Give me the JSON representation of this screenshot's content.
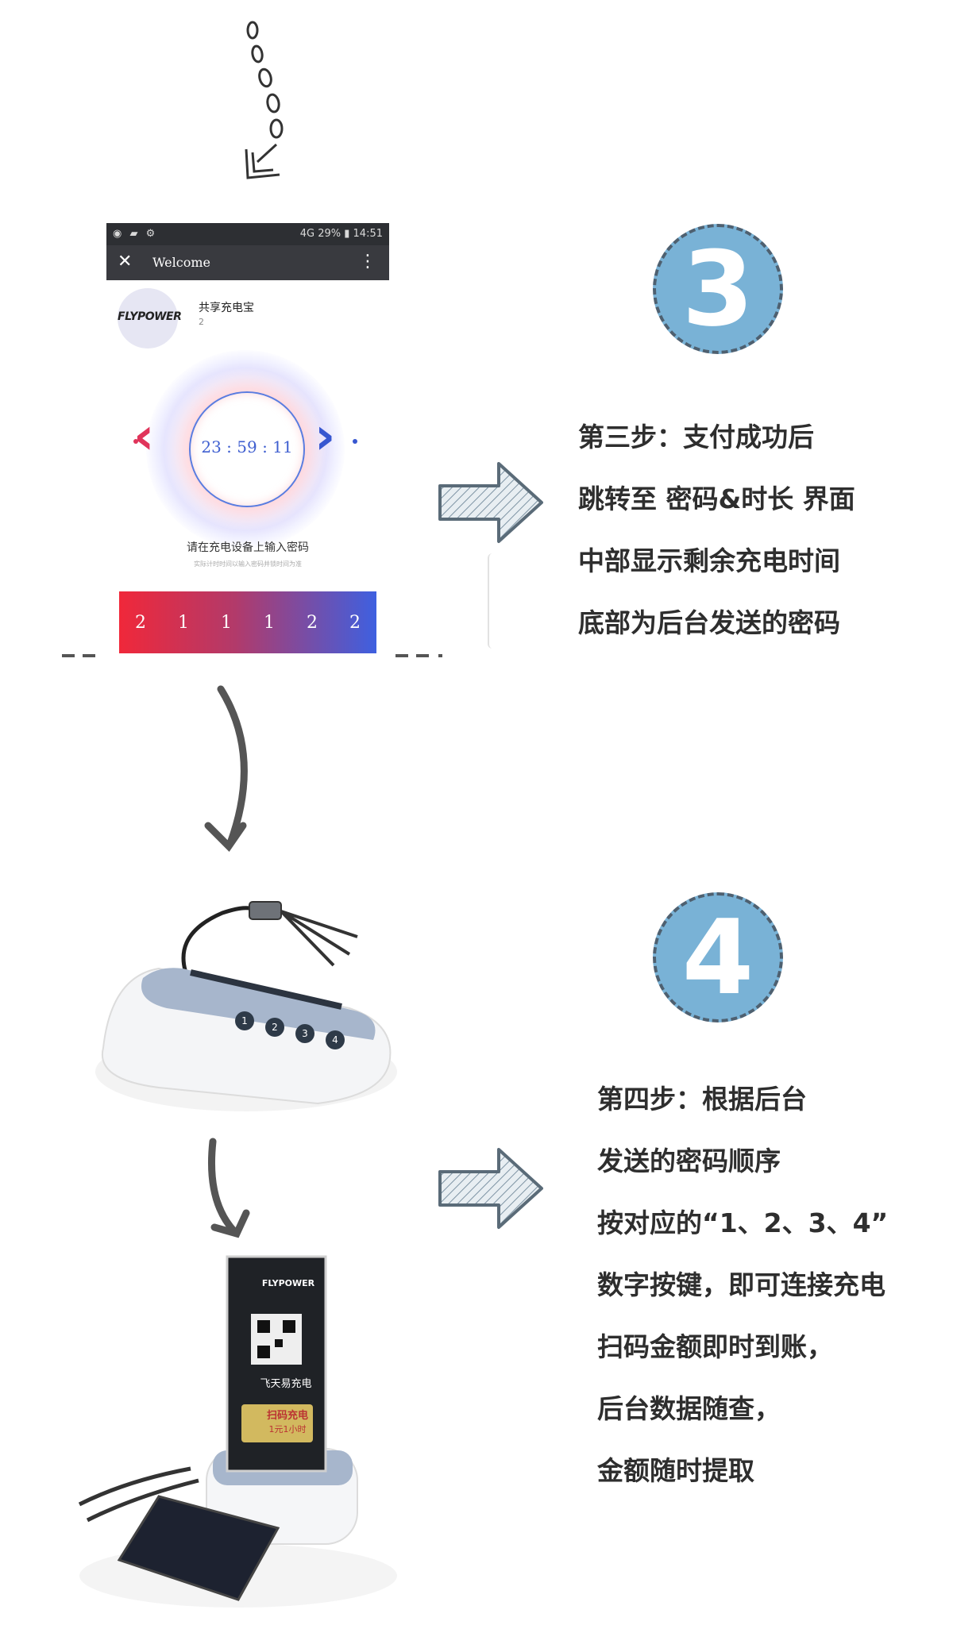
{
  "phone": {
    "statusbar": {
      "left_icons": "◉ ▰ ⚙",
      "right_text": "4G 29% ▮ 14:51"
    },
    "titlebar": {
      "close_icon": "✕",
      "title": "Welcome",
      "more_icon": "⋮"
    },
    "shop": {
      "avatar_text": "FLYPOWER",
      "name": "共享充电宝",
      "sub": "2"
    },
    "timer": "23 : 59 : 11",
    "prompt": "请在充电设备上输入密码",
    "prompt_sub": "实际计时时间以输入密码并锁时间为准",
    "code_digits": [
      "2",
      "1",
      "1",
      "1",
      "2",
      "2"
    ]
  },
  "step3": {
    "number": "3",
    "lines": [
      "第三步：支付成功后",
      "跳转至 密码&时长 界面",
      "中部显示剩余充电时间",
      "底部为后台发送的密码"
    ]
  },
  "step4": {
    "number": "4",
    "lines": [
      "第四步：根据后台",
      "发送的密码顺序",
      "按对应的“1、2、3、4”",
      "数字按键，即可连接充电",
      "扫码金额即时到账，",
      "后台数据随查，",
      "金额随时提取"
    ]
  },
  "device": {
    "buttons": [
      "1",
      "2",
      "3",
      "4"
    ]
  },
  "stand": {
    "brand": "FLYPOWER",
    "card_title": "飞天易充电",
    "card_badge_top": "扫码充电",
    "card_badge_bottom": "1元1小时"
  },
  "colors": {
    "circle": "#79b2d6",
    "circle_border": "#4e6070",
    "code_start": "#f0283a",
    "code_end": "#3e60e0"
  }
}
